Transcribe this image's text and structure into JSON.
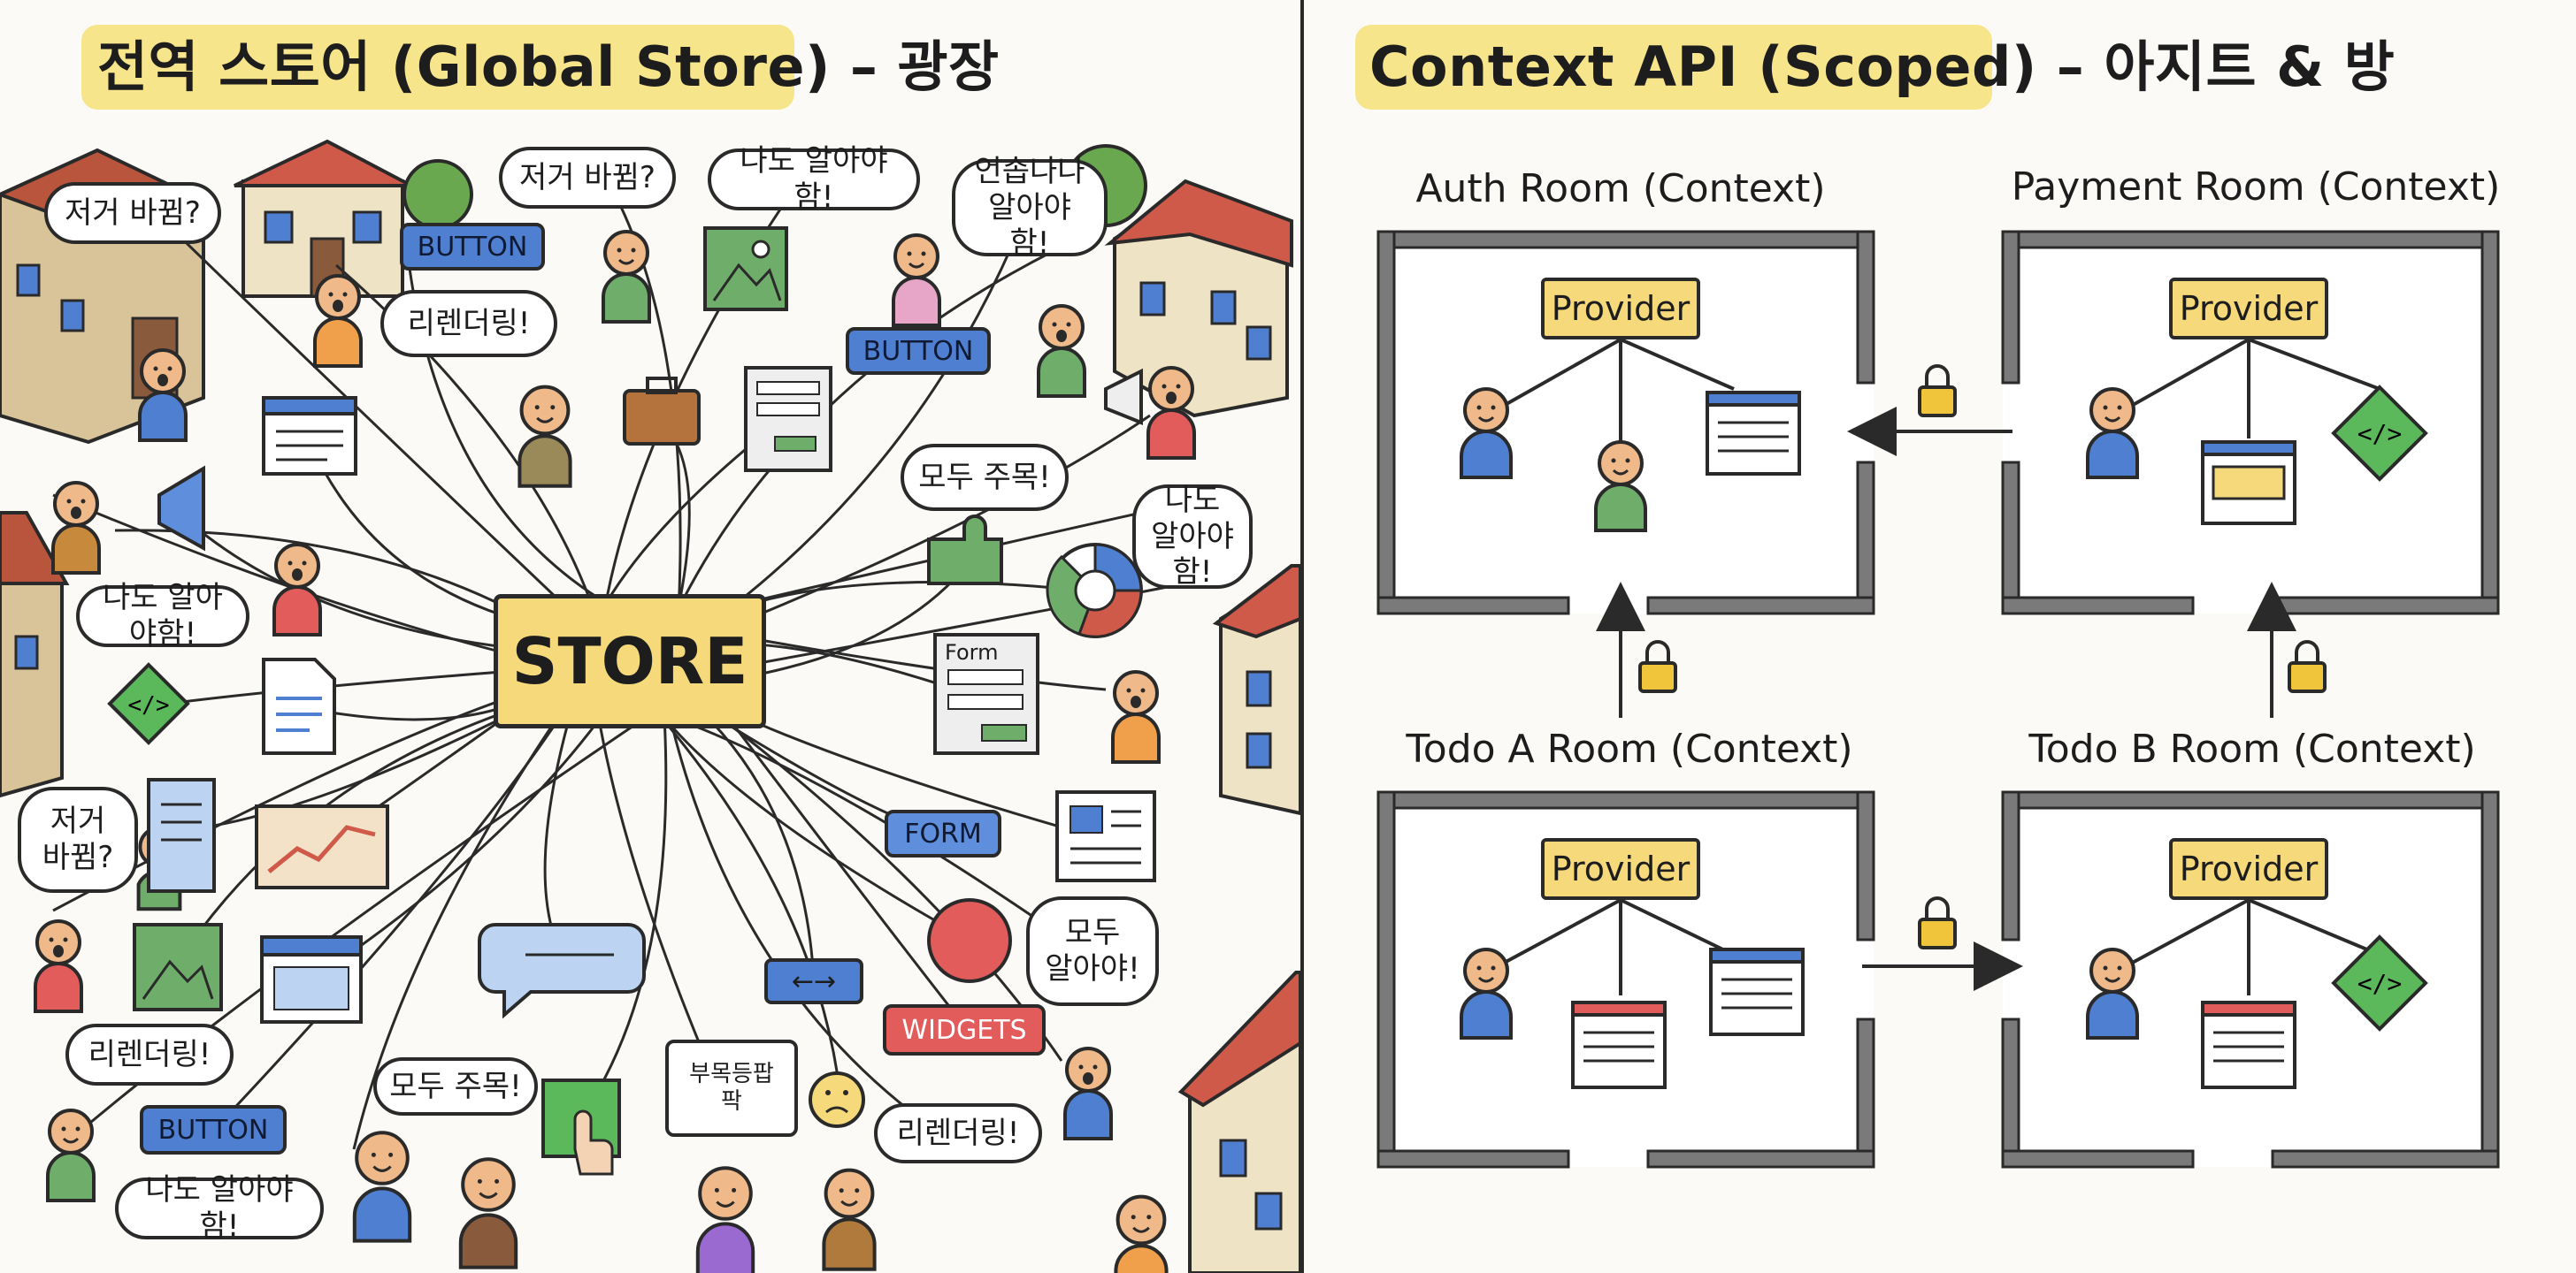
{
  "left_panel": {
    "title": "전역 스토어 (Global Store) – 광장",
    "store_label": "STORE",
    "speech_bubbles": [
      "저거 바뀜?",
      "저거 바뀜?",
      "나도 알아야 함!",
      "언솝나나\n알아야 함!",
      "리렌더링!",
      "모두 주목!",
      "나도\n알아야함!",
      "나도 알아야함!",
      "저거\n바뀜?",
      "모두\n알아야!",
      "리렌더링!",
      "모두 주목!",
      "부목등팝팍",
      "리렌더링!",
      "나도 알아야 함!"
    ],
    "tags": {
      "button": "BUTTON",
      "form": "FORM",
      "widgets": "WIDGETS",
      "form_card_title": "Form"
    }
  },
  "right_panel": {
    "title": "Context API (Scoped) – 아지트 & 방",
    "rooms": [
      {
        "name": "Auth Room (Context)",
        "provider": "Provider"
      },
      {
        "name": "Payment Room (Context)",
        "provider": "Provider"
      },
      {
        "name": "Todo A Room (Context)",
        "provider": "Provider"
      },
      {
        "name": "Todo B Room (Context)",
        "provider": "Provider"
      }
    ]
  },
  "colors": {
    "highlight": "#f7e58c",
    "provider": "#f5d97a",
    "wall": "#7a7a7a",
    "person_blue": "#4f7fd1",
    "person_green": "#6fae6a",
    "person_orange": "#f0a04b",
    "code_green": "#5bb85b",
    "window_blue": "#4f7fd1"
  }
}
